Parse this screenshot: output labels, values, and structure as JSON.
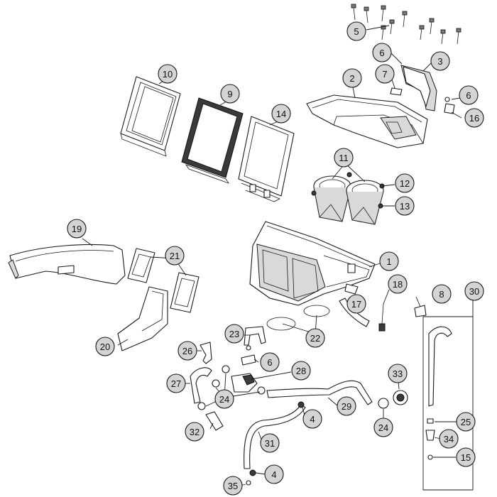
{
  "callouts": [
    {
      "label": "1"
    },
    {
      "label": "2"
    },
    {
      "label": "3"
    },
    {
      "label": "4"
    },
    {
      "label": "4"
    },
    {
      "label": "5"
    },
    {
      "label": "6"
    },
    {
      "label": "6"
    },
    {
      "label": "6"
    },
    {
      "label": "7"
    },
    {
      "label": "8"
    },
    {
      "label": "9"
    },
    {
      "label": "10"
    },
    {
      "label": "11"
    },
    {
      "label": "12"
    },
    {
      "label": "13"
    },
    {
      "label": "14"
    },
    {
      "label": "15"
    },
    {
      "label": "16"
    },
    {
      "label": "17"
    },
    {
      "label": "18"
    },
    {
      "label": "19"
    },
    {
      "label": "20"
    },
    {
      "label": "21"
    },
    {
      "label": "22"
    },
    {
      "label": "23"
    },
    {
      "label": "24"
    },
    {
      "label": "24"
    },
    {
      "label": "25"
    },
    {
      "label": "26"
    },
    {
      "label": "27"
    },
    {
      "label": "28"
    },
    {
      "label": "29"
    },
    {
      "label": "30"
    },
    {
      "label": "31"
    },
    {
      "label": "32"
    },
    {
      "label": "33"
    },
    {
      "label": "34"
    },
    {
      "label": "35"
    }
  ]
}
